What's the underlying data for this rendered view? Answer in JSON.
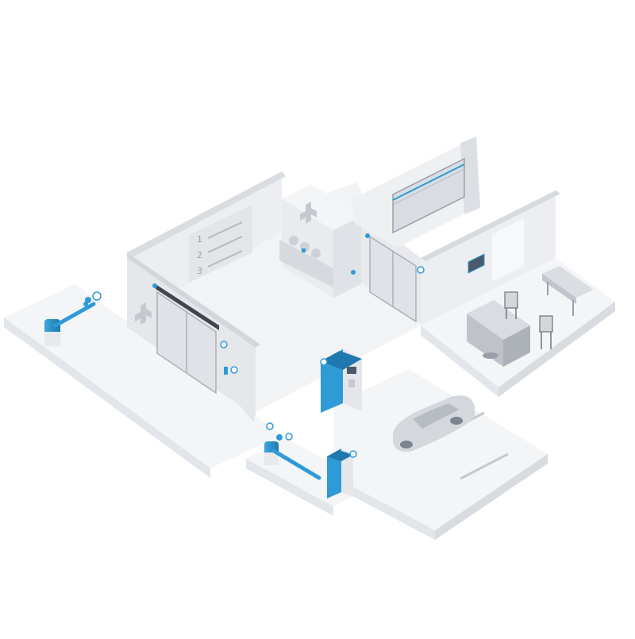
{
  "directory_sign": {
    "rows": [
      "1",
      "2",
      "3"
    ]
  },
  "colors": {
    "accent": "#2f9bd6",
    "accent_dark": "#1f78ae",
    "device_navy": "#234a6b",
    "ground_top": "#f4f5f7",
    "ground_side": "#e2e5e9",
    "wall_light": "#f1f2f4",
    "wall_mid": "#e4e6ea",
    "wall_dark": "#d3d6db",
    "glass": "#dfe3e8",
    "furniture": "#c8ccd2"
  },
  "icons": {
    "cross": "medical-cross-icon",
    "sensor": "sensor-icon",
    "barrier": "barrier-gate-icon",
    "kiosk": "pay-station-icon",
    "car": "car-icon"
  }
}
